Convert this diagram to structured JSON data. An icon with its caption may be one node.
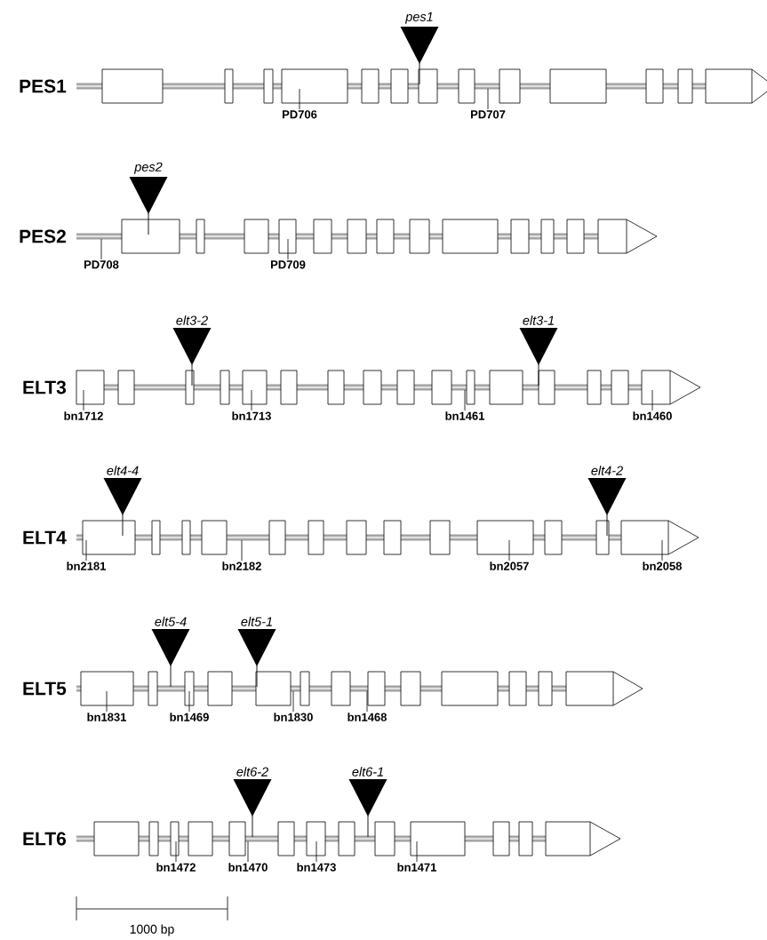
{
  "diagram": {
    "nodes": [
      {
        "text": [
          "pes1"
        ]
      },
      {
        "text": [
          "PD706"
        ]
      },
      {
        "text": [
          "PD707"
        ]
      },
      {
        "text": [
          "pes2"
        ]
      },
      {
        "text": [
          "PD708"
        ]
      },
      {
        "text": [
          "PD709"
        ]
      },
      {
        "text": [
          "elt3-2"
        ]
      },
      {
        "text": [
          "elt3-1"
        ]
      },
      {
        "text": [
          "bn1712"
        ]
      },
      {
        "text": [
          "bn1713"
        ]
      },
      {
        "text": [
          "bn1461"
        ]
      },
      {
        "text": [
          "bn1460"
        ]
      },
      {
        "text": [
          "elt4-4"
        ]
      },
      {
        "text": [
          "elt4-2"
        ]
      },
      {
        "text": [
          "bn2181"
        ]
      },
      {
        "text": [
          "bn2182"
        ]
      },
      {
        "text": [
          "bn2057"
        ]
      },
      {
        "text": [
          "bn2058"
        ]
      },
      {
        "text": [
          "elt5-4"
        ]
      },
      {
        "text": [
          "elt5-1"
        ]
      },
      {
        "text": [
          "bn1831"
        ]
      },
      {
        "text": [
          "bn1469"
        ]
      },
      {
        "text": [
          "bn1830"
        ]
      },
      {
        "text": [
          "bn1468"
        ]
      },
      {
        "text": [
          "elt6-2"
        ]
      },
      {
        "text": [
          "elt6-1"
        ]
      },
      {
        "text": [
          "bn1472"
        ]
      },
      {
        "text": [
          "bn1470"
        ]
      },
      {
        "text": [
          "bn1473"
        ]
      },
      {
        "text": [
          "bn1471"
        ]
      },
      {
        "text": [],
        "shape": "bar",
        "beside": [
          "PES1"
        ]
      },
      {
        "text": [],
        "shape": "bar",
        "beside": [
          "PES2"
        ]
      },
      {
        "text": [],
        "shape": "bar",
        "beside": [
          "ELT3"
        ]
      },
      {
        "text": [],
        "shape": "bar",
        "beside": [
          "ELT4"
        ]
      },
      {
        "text": [],
        "shape": "bar",
        "beside": [
          "ELT5"
        ]
      },
      {
        "text": [],
        "shape": "bar",
        "beside": [
          "ELT6"
        ]
      }
    ],
    "edges": [
      {
        "from": 1,
        "to": 30,
        "arrow": "none"
      },
      {
        "from": 2,
        "to": 30,
        "arrow": "none"
      },
      {
        "from": 4,
        "to": 31,
        "arrow": "none"
      },
      {
        "from": 5,
        "to": 31,
        "arrow": "none"
      },
      {
        "from": 8,
        "to": 32,
        "arrow": "none"
      },
      {
        "from": 9,
        "to": 32,
        "arrow": "none"
      },
      {
        "from": 10,
        "to": 32,
        "arrow": "none"
      },
      {
        "from": 11,
        "to": 32,
        "arrow": "none"
      },
      {
        "from": 14,
        "to": 33,
        "arrow": "none"
      },
      {
        "from": 15,
        "to": 33,
        "arrow": "none"
      },
      {
        "from": 16,
        "to": 33,
        "arrow": "none"
      },
      {
        "from": 17,
        "to": 33,
        "arrow": "none"
      },
      {
        "from": 20,
        "to": 34,
        "arrow": "none"
      },
      {
        "from": 21,
        "to": 34,
        "arrow": "none"
      },
      {
        "from": 22,
        "to": 34,
        "arrow": "none"
      },
      {
        "from": 23,
        "to": 34,
        "arrow": "none"
      },
      {
        "from": 26,
        "to": 35,
        "arrow": "none"
      },
      {
        "from": 27,
        "to": 35,
        "arrow": "none"
      },
      {
        "from": 28,
        "to": 35,
        "arrow": "none"
      },
      {
        "from": 29,
        "to": 35,
        "arrow": "none"
      }
    ],
    "labels": [
      "1000 bp"
    ]
  }
}
